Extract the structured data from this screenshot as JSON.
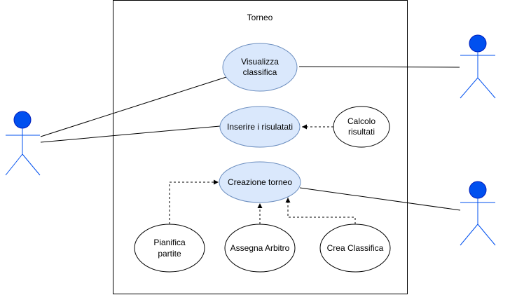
{
  "system": {
    "title": "Torneo"
  },
  "use_cases": {
    "visualizza": {
      "line1": "Visualizza",
      "line2": "classifica",
      "style": "highlighted"
    },
    "inserire": {
      "label": "Inserire i risulatati",
      "style": "highlighted"
    },
    "creazione": {
      "label": "Creazione torneo",
      "style": "highlighted"
    },
    "calcolo": {
      "line1": "Calcolo",
      "line2": "risultati",
      "style": "plain"
    },
    "pianifica": {
      "line1": "Pianifica",
      "line2": "partite",
      "style": "plain"
    },
    "assegna": {
      "label": "Assegna Arbitro",
      "style": "plain"
    },
    "crea": {
      "label": "Crea Classifica",
      "style": "plain"
    }
  },
  "colors": {
    "actor_head": "#0050EF",
    "actor_head_stroke": "#001DBC",
    "actor_body": "#0050EF",
    "usecase_highlight_fill": "#DAE8FC",
    "usecase_highlight_stroke": "#6C8EBF",
    "usecase_plain_fill": "#FFFFFF",
    "line": "#000000"
  }
}
